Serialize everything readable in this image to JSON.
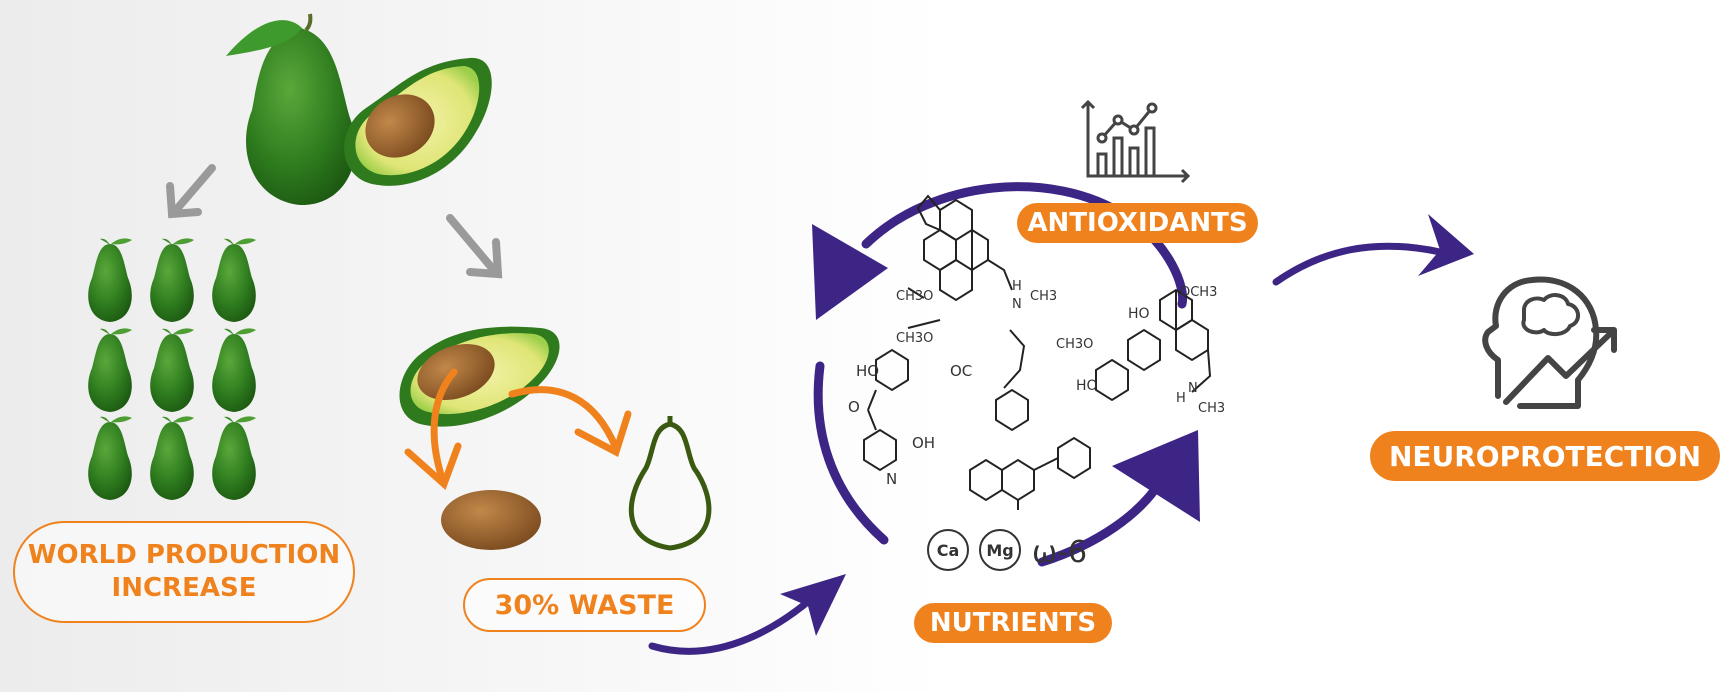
{
  "labels": {
    "world_production": "WORLD PRODUCTION INCREASE",
    "waste": "30% WASTE",
    "antioxidants": "ANTIOXIDANTS",
    "nutrients": "NUTRIENTS",
    "neuroprotection": "NEUROPROTECTION"
  },
  "minerals": [
    "Ca",
    "Mg"
  ],
  "fatty_acid": "ω-6",
  "chem_labels": {
    "ch3o": "CH3O",
    "ch3": "CH3",
    "och3": "OCH3",
    "ho": "HO",
    "oh": "OH",
    "oc": "OC",
    "n": "N",
    "h": "H",
    "o": "O"
  },
  "colors": {
    "accent_orange": "#f0821e",
    "cycle_purple": "#3d2585",
    "avocado_skin": "#2f7d1f",
    "avocado_flesh": "#e6ea86",
    "seed_brown": "#8a5526",
    "gray_arrow": "#9a9a9a",
    "icon_gray": "#444444"
  },
  "icons": [
    "avocado-icon",
    "avocado-half-icon",
    "avocado-seed-icon",
    "avocado-outline-icon",
    "bar-chart-icon",
    "brain-head-icon"
  ]
}
